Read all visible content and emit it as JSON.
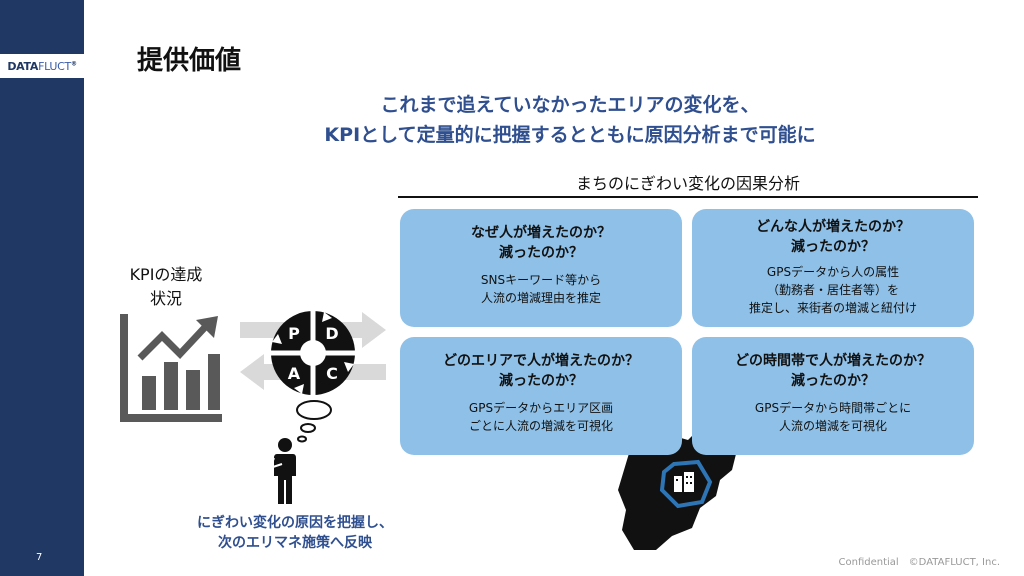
{
  "slide": {
    "title": "提供価値",
    "page_number": "7",
    "footer": "Confidential　©DATAFLUCT, Inc.",
    "logo": {
      "text_main": "DATA",
      "text_accent": "FLUCT",
      "registered": "®"
    },
    "headline": {
      "line1": "これまで追えていなかったエリアの変化を、",
      "line2": "KPIとして定量的に把握するとともに原因分析まで可能に"
    },
    "section_title": "まちのにぎわい変化の因果分析",
    "kpi_label": {
      "line1": "KPIの達成",
      "line2": "状況"
    },
    "pdca": {
      "p": "P",
      "d": "D",
      "c": "C",
      "a": "A"
    },
    "bottom_text": {
      "line1": "にぎわい変化の原因を把握し、",
      "line2": "次のエリマネ施策へ反映"
    },
    "cards": [
      {
        "q1": "なぜ人が増えたのか？",
        "q2": "減ったのか？",
        "d1": "SNSキーワード等から",
        "d2": "人流の増減理由を推定",
        "d3": ""
      },
      {
        "q1": "どんな人が増えたのか？",
        "q2": "減ったのか？",
        "d1": "GPSデータから人の属性",
        "d2": "（勤務者・居住者等）を",
        "d3": "推定し、来街者の増減と紐付け"
      },
      {
        "q1": "どのエリアで人が増えたのか？",
        "q2": "減ったのか？",
        "d1": "GPSデータからエリア区画",
        "d2": "ごとに人流の増減を可視化",
        "d3": ""
      },
      {
        "q1": "どの時間帯で人が増えたのか？",
        "q2": "減ったのか？",
        "d1": "GPSデータから時間帯ごとに",
        "d2": "人流の増減を可視化",
        "d3": ""
      }
    ],
    "colors": {
      "sidebar": "#1f3864",
      "accent_text": "#2f4f8f",
      "card": "#8fc1e8",
      "icon": "#595959"
    },
    "icons": [
      "growth-chart-icon",
      "pdca-cycle-icon",
      "thinking-person-icon",
      "area-map-icon",
      "buildings-icon"
    ]
  }
}
